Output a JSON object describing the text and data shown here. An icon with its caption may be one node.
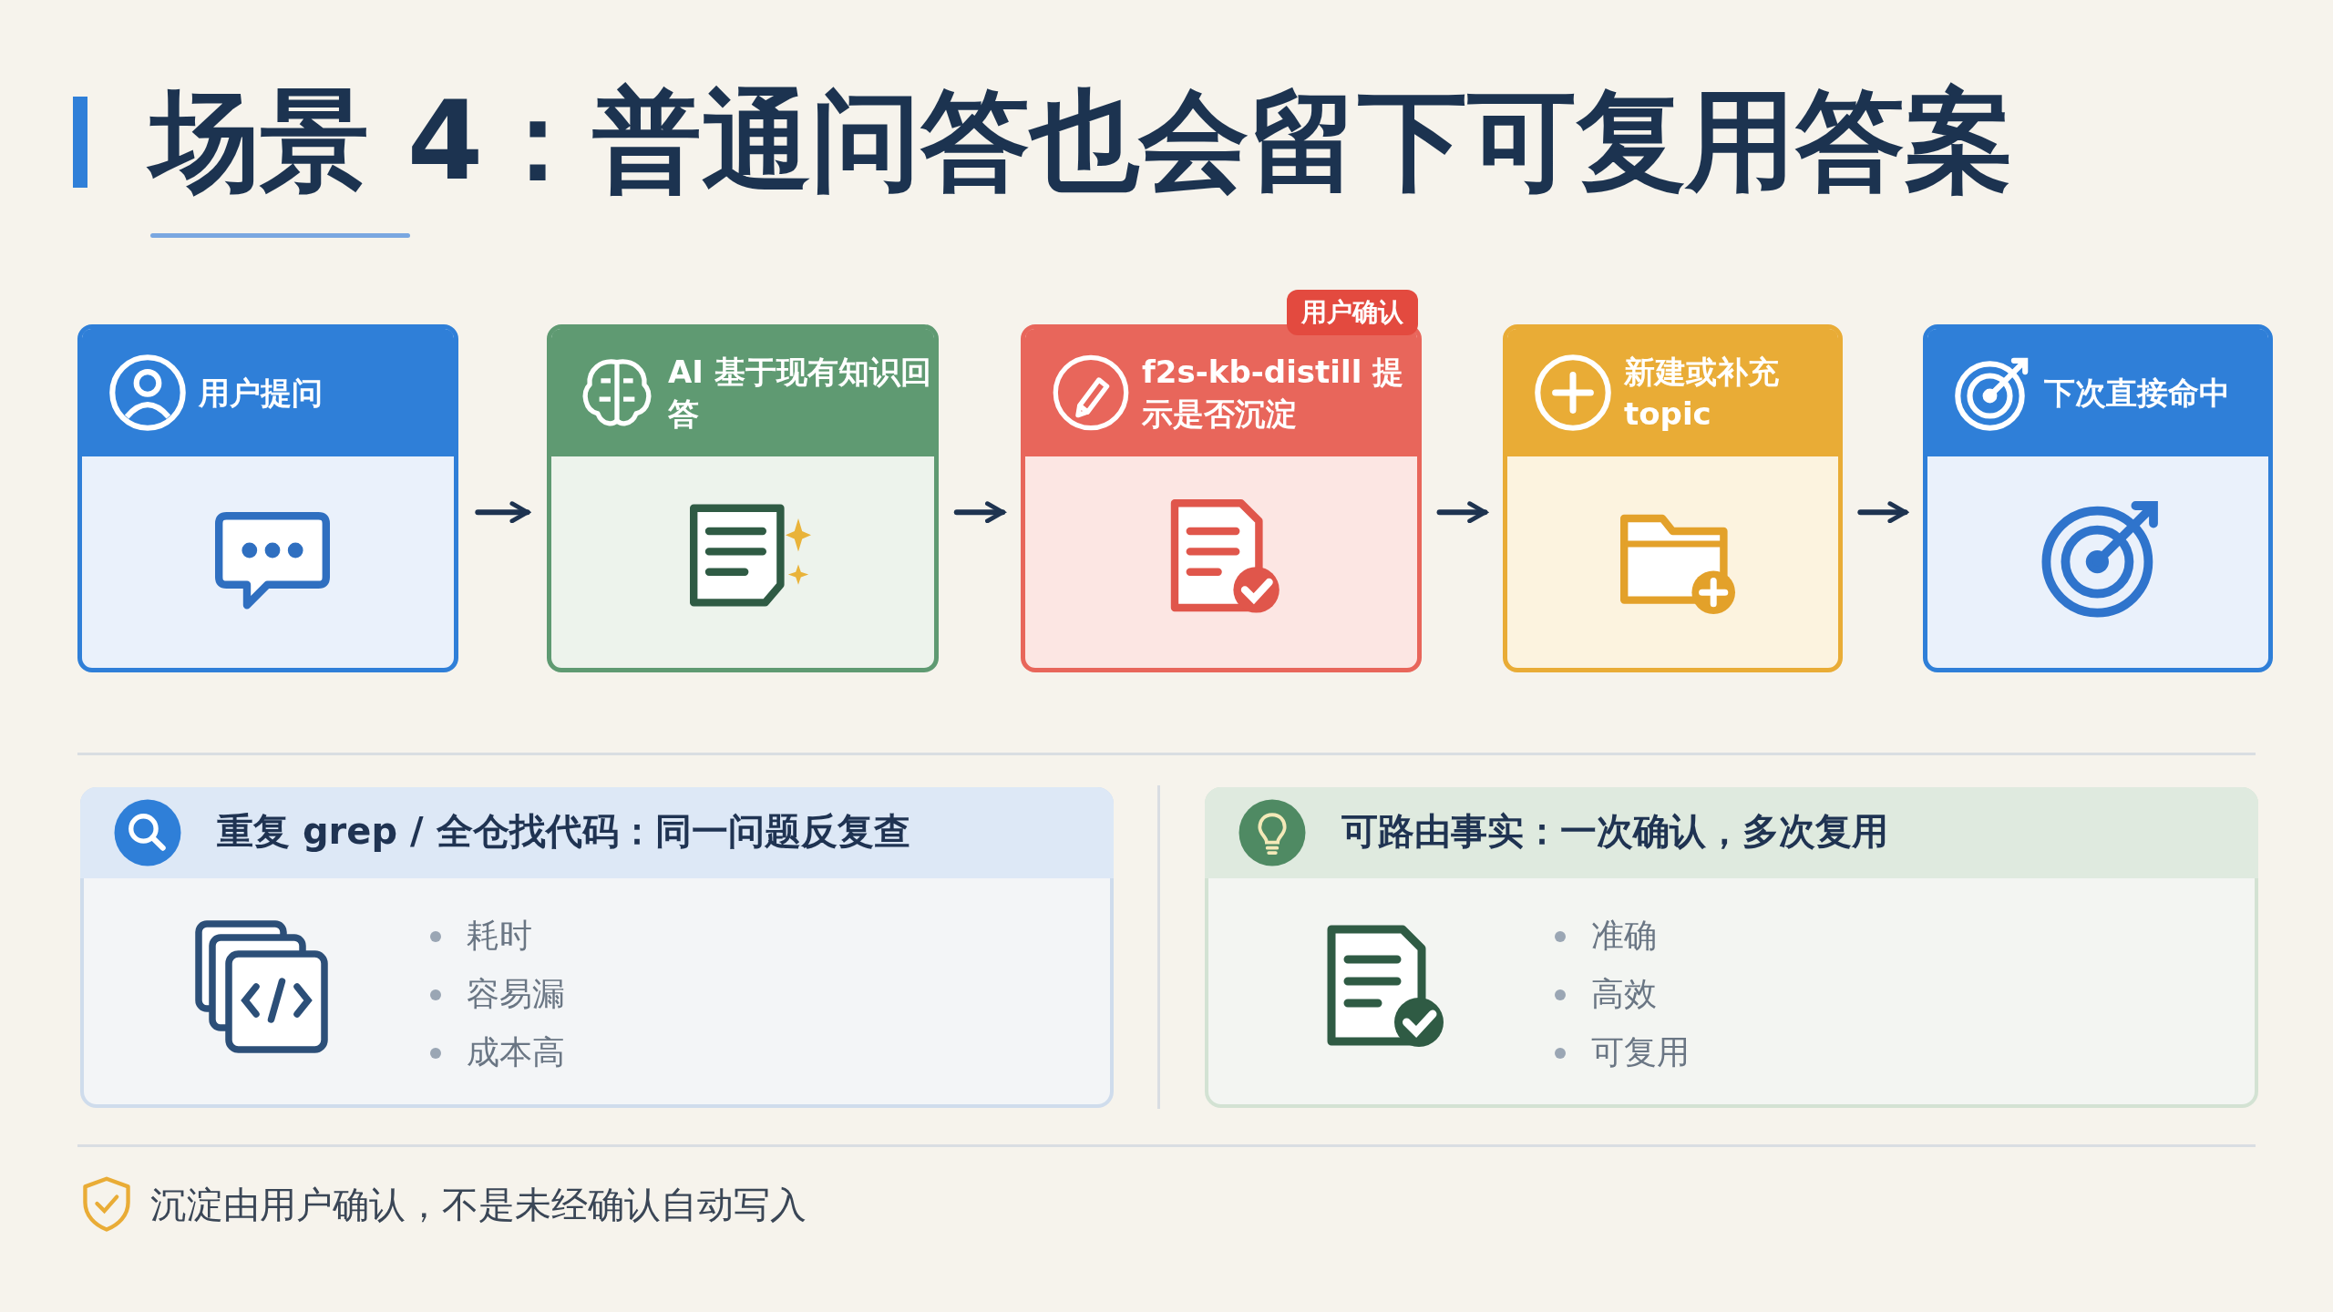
{
  "diagram": {
    "title": "场景 4：普通问答也会留下可复用答案",
    "nodes": [
      {
        "text": [
          "用户提问"
        ]
      },
      {
        "text": [
          "AI 基于现有知识回答"
        ]
      },
      {
        "text": [
          "f2s-kb-distill 提示是否沉淀"
        ],
        "beside": [
          "用户确认"
        ]
      },
      {
        "text": [
          "新建或补充 topic"
        ]
      },
      {
        "text": [
          "下次直接命中"
        ]
      },
      {
        "text": [
          "重复 grep / 全仓找代码：同一问题反复查",
          "耗时",
          "容易漏",
          "成本高"
        ]
      },
      {
        "text": [
          "可路由事实：一次确认，多次复用",
          "准确",
          "高效",
          "可复用"
        ]
      }
    ],
    "edges": [
      {
        "from": 0,
        "to": 1,
        "arrow": "to"
      },
      {
        "from": 1,
        "to": 2,
        "arrow": "to"
      },
      {
        "from": 2,
        "to": 3,
        "arrow": "to"
      },
      {
        "from": 3,
        "to": 4,
        "arrow": "to"
      }
    ],
    "labels": [
      "沉淀由用户确认，不是未经确认自动写入"
    ]
  }
}
